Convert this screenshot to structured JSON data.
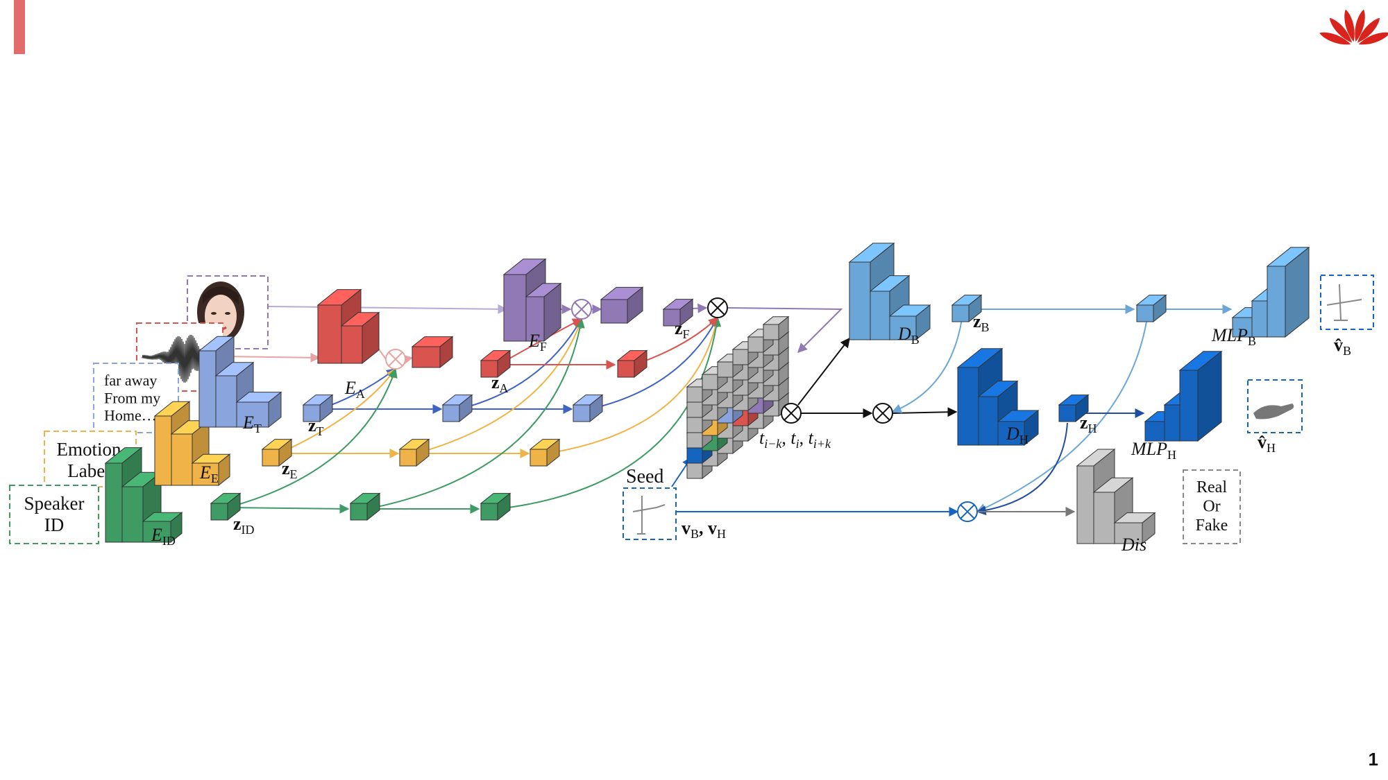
{
  "page": {
    "number": "1"
  },
  "colors": {
    "accent_bar": "#e26b6b",
    "speaker_id": "#3e9b63",
    "emotion": "#f0b347",
    "text": "#8aa4dd",
    "audio": "#d9534f",
    "face": "#9079b4",
    "body": "#6aa7d8",
    "hand": "#1565c0",
    "discriminator": "#b5b5b5",
    "brand": "#d9231d"
  },
  "inputs": {
    "speaker": "Speaker\nID",
    "emotion": "Emotion\nLabel",
    "text": "far away\nFrom my\nHome…",
    "seed": "Seed"
  },
  "encoders": {
    "id": {
      "main": "E",
      "sub": "ID"
    },
    "emotion": {
      "main": "E",
      "sub": "E"
    },
    "text": {
      "main": "E",
      "sub": "T"
    },
    "audio": {
      "main": "E",
      "sub": "A"
    },
    "face": {
      "main": "E",
      "sub": "F"
    }
  },
  "latents": {
    "id": {
      "main": "z",
      "sub": "ID"
    },
    "emotion": {
      "main": "z",
      "sub": "E"
    },
    "text": {
      "main": "z",
      "sub": "T"
    },
    "audio": {
      "main": "z",
      "sub": "A"
    },
    "face": {
      "main": "z",
      "sub": "F"
    },
    "body": {
      "main": "z",
      "sub": "B"
    },
    "hand": {
      "main": "z",
      "sub": "H"
    }
  },
  "decoders": {
    "body": {
      "main": "D",
      "sub": "B"
    },
    "hand": {
      "main": "D",
      "sub": "H"
    }
  },
  "mlps": {
    "body": {
      "main": "MLP",
      "sub": "B"
    },
    "hand": {
      "main": "MLP",
      "sub": "H"
    }
  },
  "outputs": {
    "body": {
      "main": "v̂",
      "sub": "B"
    },
    "hand": {
      "main": "v̂",
      "sub": "H"
    }
  },
  "time_window": {
    "label": "t",
    "subs": [
      "i−k",
      "i",
      "i+k"
    ]
  },
  "seed_vectors": {
    "a": "v",
    "a_sub": "B",
    "b": "v",
    "b_sub": "H"
  },
  "discriminator": {
    "label": "Dis",
    "result": "Real\nOr\nFake"
  },
  "icons": [
    "huawei-logo-icon",
    "face-photo-icon",
    "waveform-icon",
    "multiply-icon",
    "pose-sketch-icon",
    "hand-sketch-icon"
  ]
}
